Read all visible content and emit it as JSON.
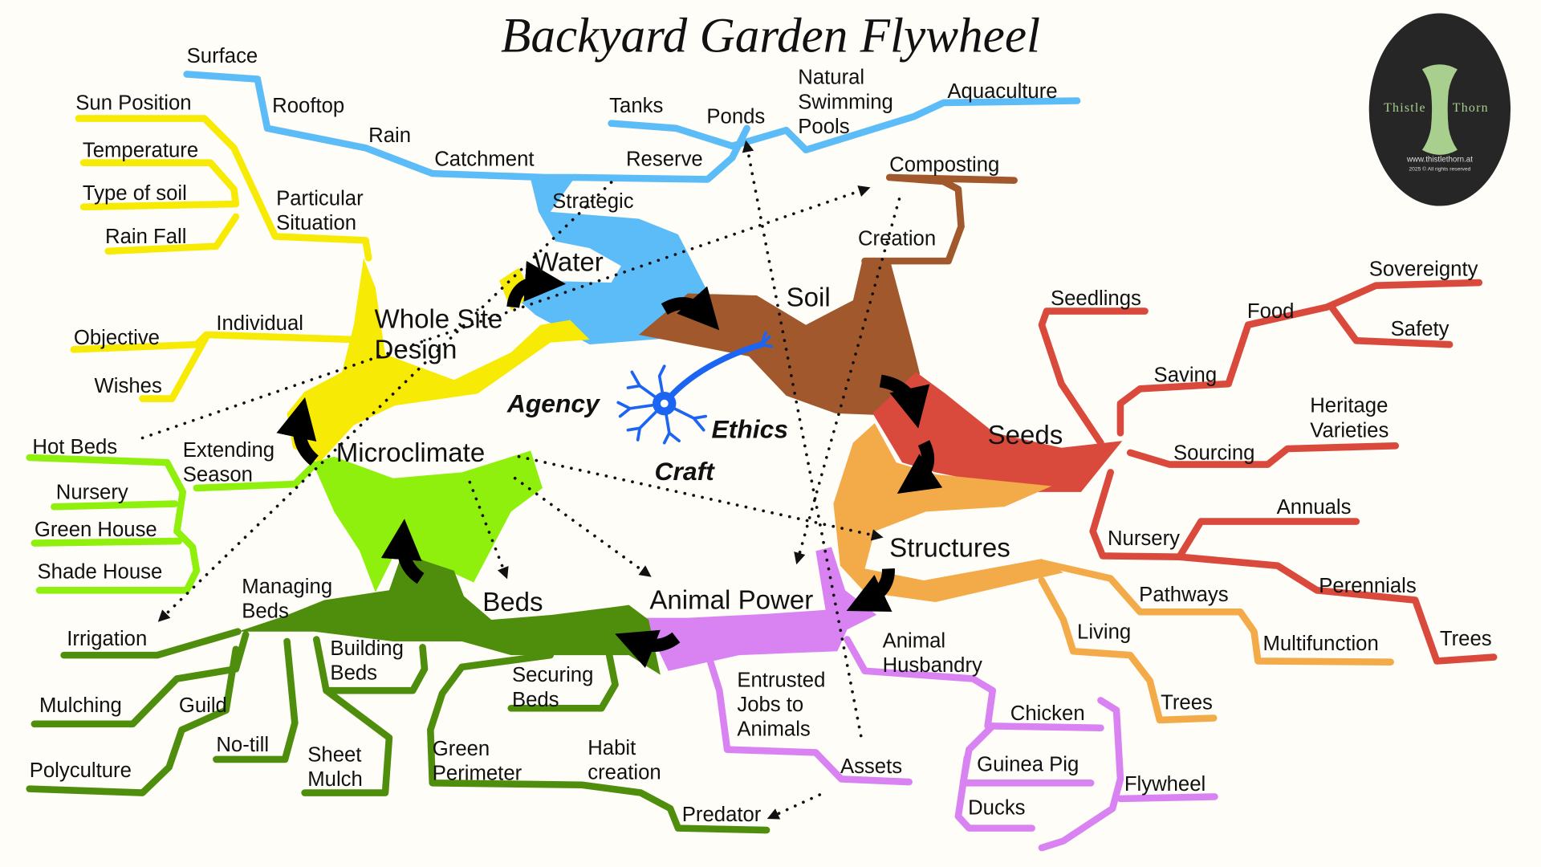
{
  "title": "Backyard Garden Flywheel",
  "logo": {
    "left": "Thistle",
    "right": "Thorn",
    "url": "www.thistlethorn.at",
    "rights": "2025 © All rights reserved"
  },
  "center": {
    "agency": "Agency",
    "ethics": "Ethics",
    "craft": "Craft"
  },
  "colors": {
    "water": "#5bbcf7",
    "whole_site": "#f7ea05",
    "soil": "#a0582c",
    "seeds": "#da4a3c",
    "structures": "#f3aa48",
    "animal_power": "#d983f3",
    "microclimate": "#8ef00c",
    "beds": "#4f8e0c"
  },
  "water": {
    "label": "Water",
    "items": {
      "surface": "Surface",
      "rooftop": "Rooftop",
      "rain": "Rain",
      "catchment": "Catchment",
      "strategic": "Strategic",
      "reserve": "Reserve",
      "tanks": "Tanks",
      "ponds": "Ponds",
      "pools": [
        "Natural",
        "Swimming",
        "Pools"
      ],
      "aquaculture": "Aquaculture"
    }
  },
  "whole_site": {
    "label": [
      "Whole Site",
      "Design"
    ],
    "items": {
      "sun": "Sun Position",
      "temperature": "Temperature",
      "soil_type": "Type of soil",
      "rain_fall": "Rain Fall",
      "situation": [
        "Particular",
        "Situation"
      ],
      "individual": "Individual",
      "objective": "Objective",
      "wishes": "Wishes"
    }
  },
  "soil": {
    "label": "Soil",
    "items": {
      "composting": "Composting",
      "creation": "Creation"
    }
  },
  "seeds": {
    "label": "Seeds",
    "items": {
      "seedlings": "Seedlings",
      "food": "Food",
      "sovereignty": "Sovereignty",
      "safety": "Safety",
      "saving": "Saving",
      "heritage": [
        "Heritage",
        "Varieties"
      ],
      "sourcing": "Sourcing",
      "annuals": "Annuals",
      "nursery": "Nursery",
      "perennials": "Perennials",
      "trees": "Trees"
    }
  },
  "structures": {
    "label": "Structures",
    "items": {
      "pathways": "Pathways",
      "multifunction": "Multifunction",
      "living": "Living",
      "trees": "Trees"
    }
  },
  "animal_power": {
    "label": "Animal Power",
    "items": {
      "husbandry": [
        "Animal",
        "Husbandry"
      ],
      "entrusted": [
        "Entrusted",
        "Jobs to",
        "Animals"
      ],
      "assets": "Assets",
      "chicken": "Chicken",
      "guinea_pig": "Guinea Pig",
      "ducks": "Ducks",
      "flywheel": "Flywheel"
    }
  },
  "microclimate": {
    "label": "Microclimate",
    "items": {
      "hot_beds": "Hot Beds",
      "extending": [
        "Extending",
        "Season"
      ],
      "nursery": "Nursery",
      "green_house": "Green House",
      "shade_house": "Shade House"
    }
  },
  "beds": {
    "label": "Beds",
    "items": {
      "managing": [
        "Managing",
        "Beds"
      ],
      "irrigation": "Irrigation",
      "mulching": "Mulching",
      "guild": "Guild",
      "polyculture": "Polyculture",
      "no_till": "No-till",
      "building": [
        "Building",
        "Beds"
      ],
      "sheet_mulch": [
        "Sheet",
        "Mulch"
      ],
      "securing": [
        "Securing",
        "Beds"
      ],
      "green_perimeter": [
        "Green",
        "Perimeter"
      ],
      "habit": [
        "Habit",
        "creation"
      ],
      "predator": "Predator"
    }
  }
}
